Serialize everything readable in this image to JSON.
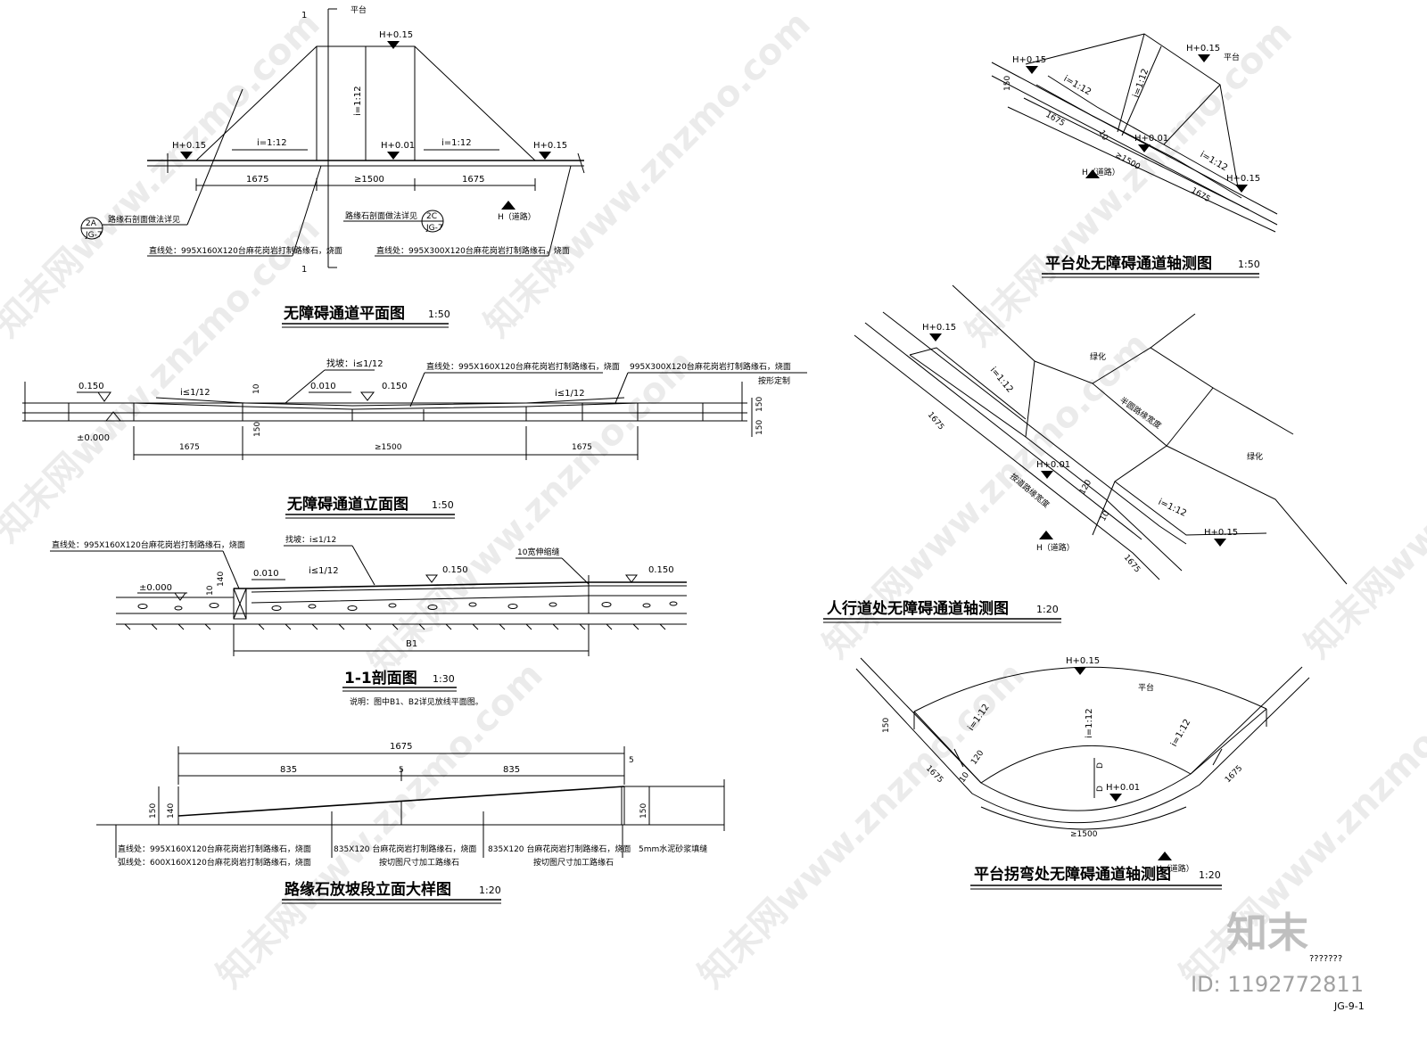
{
  "drawings": {
    "plan": {
      "title": "无障碍通道平面图",
      "scale": "1:50",
      "elev_left": "H+0.15",
      "elev_top": "H+0.15",
      "elev_mid": "H+0.01",
      "elev_right": "H+0.15",
      "slope_left": "i=1:12",
      "slope_right": "i=1:12",
      "slope_vert": "i=1:12",
      "platform": "平台",
      "road": "H（道路）",
      "dim_left": "1675",
      "dim_mid": "≥1500",
      "dim_right": "1675",
      "sec_mark": "1",
      "ref_a_label": "2A",
      "ref_a_sheet": "JG-7",
      "ref_a_text": "路缘石剖面做法详见",
      "ref_c_label": "2C",
      "ref_c_sheet": "JG-7",
      "ref_c_text": "路缘石剖面做法详见",
      "note_left": "直线处：995X160X120台麻花岗岩打制路缘石，烧面",
      "note_right": "直线处：995X300X120台麻花岗岩打制路缘石，烧面"
    },
    "elevation": {
      "title": "无障碍通道立面图",
      "scale": "1:50",
      "lv_0150_left": "0.150",
      "lv_0000": "±0.000",
      "lv_0010": "0.010",
      "lv_0150_mid": "0.150",
      "slope_find": "找坡：i≤1/12",
      "slope_left": "i≤1/12",
      "slope_right": "i≤1/12",
      "note1": "直线处：995X160X120台麻花岗岩打制路缘石，烧面",
      "note2": "995X300X120台麻花岗岩打制路缘石，烧面",
      "note3": "按形定制",
      "dim_10": "10",
      "dim_150": "150",
      "dim_150_r1": "150",
      "dim_150_r2": "150",
      "dim_left": "1675",
      "dim_mid": "≥1500",
      "dim_right": "1675"
    },
    "section": {
      "title": "1-1剖面图",
      "scale": "1:30",
      "note_top": "直线处：995X160X120台麻花岗岩打制路缘石，烧面",
      "slope_find": "找坡：i≤1/12",
      "slope": "i≤1/12",
      "joint": "10宽伸缩缝",
      "lv_0000": "±0.000",
      "lv_0010": "0.010",
      "lv_0150_a": "0.150",
      "lv_0150_b": "0.150",
      "dim_10": "10",
      "dim_140": "140",
      "dim_b1": "B1",
      "remark": "说明：图中B1、B2详见放线平面图。"
    },
    "curb": {
      "title": "路缘石放坡段立面大样图",
      "scale": "1:20",
      "dim_total": "1675",
      "dim_left": "835",
      "dim_right": "835",
      "dim_5a": "5",
      "dim_5b": "5",
      "dim_150": "150",
      "dim_140": "140",
      "dim_150_r": "150",
      "note1a": "直线处：995X160X120台麻花岗岩打制路缘石，烧面",
      "note1b": "弧线处：600X160X120台麻花岗岩打制路缘石，烧面",
      "note2a": "835X120  台麻花岗岩打制路缘石，烧面",
      "note2b": "按切图尺寸加工路缘石",
      "note3a": "835X120  台麻花岗岩打制路缘石，烧面",
      "note3b": "按切图尺寸加工路缘石",
      "note4": "5mm水泥砂浆填缝"
    },
    "axo_platform": {
      "title": "平台处无障碍通道轴测图",
      "scale": "1:50",
      "elev_a": "H+0.15",
      "elev_b": "H+0.15",
      "elev_c": "H+0.01",
      "elev_d": "H+0.15",
      "slope_a": "i=1:12",
      "slope_b": "i=1:12",
      "slope_c": "i=1:12",
      "platform": "平台",
      "road": "H（道路）",
      "dim_150": "150",
      "dim_1675a": "1675",
      "dim_1500": "≥1500",
      "dim_1675b": "1675",
      "dim_10": "10"
    },
    "axo_sidewalk": {
      "title": "人行道处无障碍通道轴测图",
      "scale": "1:20",
      "elev_a": "H+0.15",
      "elev_b": "H+0.01",
      "elev_c": "H+0.15",
      "slope_a": "i=1:12",
      "slope_b": "i=1:12",
      "green_a": "绿化",
      "green_b": "绿化",
      "path_a": "半圆路缘宽度",
      "path_b": "按道路缘宽度",
      "road": "H（道路）",
      "dim_1675a": "1675",
      "dim_1675b": "1675",
      "dim_120": "120",
      "dim_10": "10"
    },
    "axo_corner": {
      "title": "平台拐弯处无障碍通道轴测图",
      "scale": "1:20",
      "elev_a": "H+0.15",
      "elev_b": "H+0.01",
      "slope_a": "i=1:12",
      "slope_b": "i=1:12",
      "slope_c": "i=1:12",
      "platform": "平台",
      "road": "H（道路）",
      "dim_150": "150",
      "dim_1675a": "1675",
      "dim_1675b": "1675",
      "dim_1500": "≥1500",
      "dim_120": "120",
      "dim_10": "10",
      "dim_d1": "D",
      "dim_d2": "D"
    }
  },
  "watermark": {
    "text": "知末网www.znzmo.com",
    "logo": "知末",
    "id": "ID: 1192772811",
    "sub": "???????"
  },
  "sheet_no": "JG-9-1"
}
